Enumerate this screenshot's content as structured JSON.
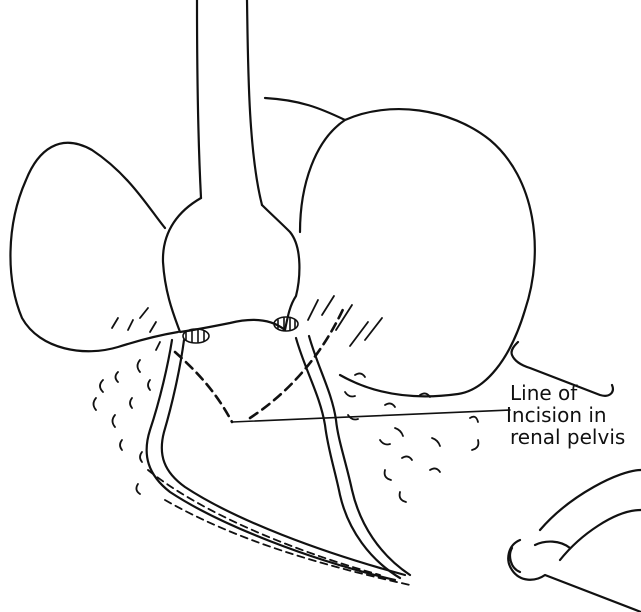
{
  "figure": {
    "label_lines": [
      "Line of",
      "Incision in",
      "renal pelvis"
    ]
  }
}
